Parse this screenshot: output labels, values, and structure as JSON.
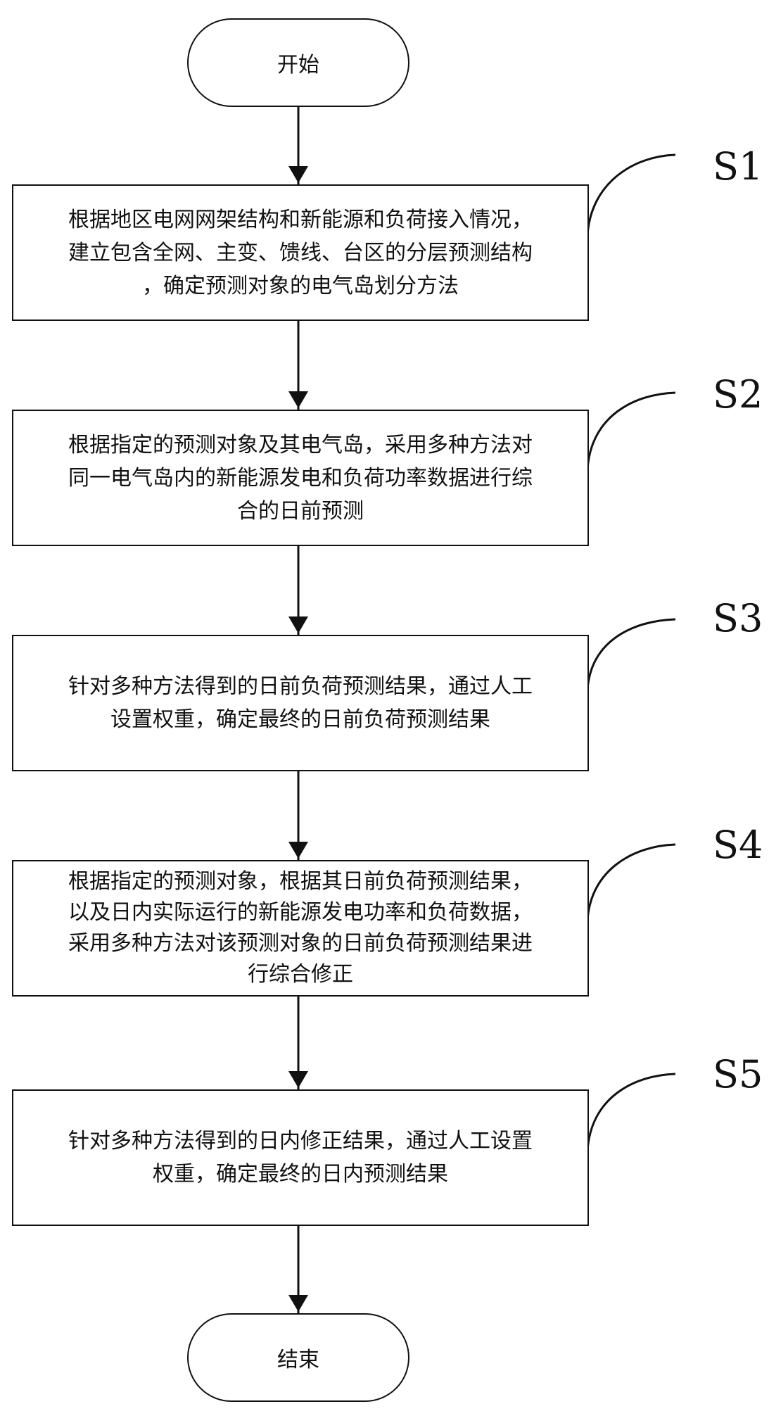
{
  "start": {
    "label": "开始"
  },
  "end": {
    "label": "结束"
  },
  "steps": [
    {
      "id": "S1",
      "lines": [
        "根据地区电网网架结构和新能源和负荷接入情况，",
        "建立包含全网、主变、馈线、台区的分层预测结构",
        "，确定预测对象的电气岛划分方法"
      ]
    },
    {
      "id": "S2",
      "lines": [
        "根据指定的预测对象及其电气岛，采用多种方法对",
        "同一电气岛内的新能源发电和负荷功率数据进行综",
        "合的日前预测"
      ]
    },
    {
      "id": "S3",
      "lines": [
        "针对多种方法得到的日前负荷预测结果，通过人工",
        "设置权重，确定最终的日前负荷预测结果"
      ]
    },
    {
      "id": "S4",
      "lines": [
        "根据指定的预测对象，根据其日前负荷预测结果，",
        "以及日内实际运行的新能源发电功率和负荷数据，",
        "采用多种方法对该预测对象的日前负荷预测结果进",
        "行综合修正"
      ]
    },
    {
      "id": "S5",
      "lines": [
        "针对多种方法得到的日内修正结果，通过人工设置",
        "权重，确定最终的日内预测结果"
      ]
    }
  ]
}
